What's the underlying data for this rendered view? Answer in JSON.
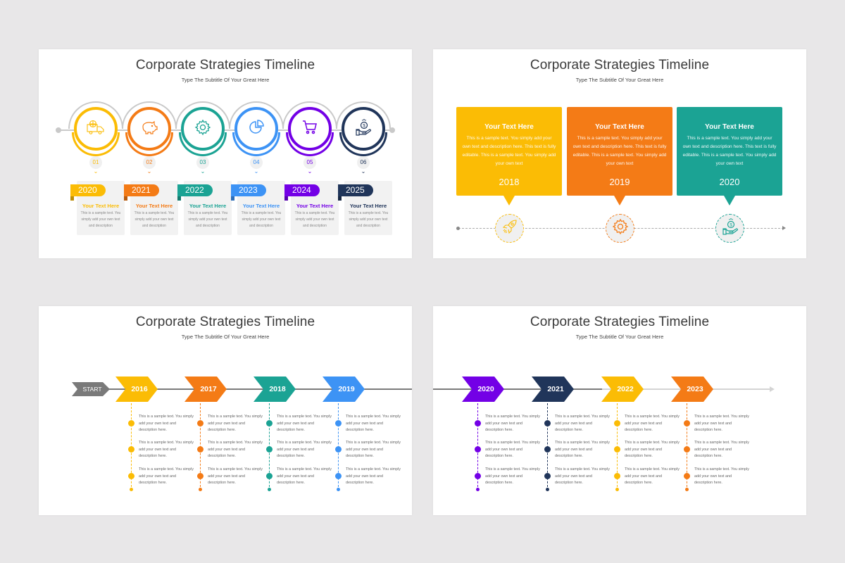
{
  "colors": {
    "yellow": "#fbbc05",
    "orange": "#f47b16",
    "teal": "#1ba394",
    "blue": "#3d93f5",
    "purple": "#7300e6",
    "navy": "#20355a",
    "gray": "#7a7a7a"
  },
  "slides": [
    {
      "title": "Corporate Strategies Timeline",
      "subtitle": "Type The Subtitle Of Your Great Here",
      "steps": [
        {
          "num": "01",
          "year": "2020",
          "heading": "Your Text Here",
          "body": "This is a sample text. You simply add your own text and description",
          "icon": "delivery-truck-globe-icon",
          "color": "#fbbc05"
        },
        {
          "num": "02",
          "year": "2021",
          "heading": "Your Text Here",
          "body": "This is a sample text. You simply add your own text and description",
          "icon": "piggy-bank-icon",
          "color": "#f47b16"
        },
        {
          "num": "03",
          "year": "2022",
          "heading": "Your Text Here",
          "body": "This is a sample text. You simply add your own text and description",
          "icon": "gear-icon",
          "color": "#1ba394"
        },
        {
          "num": "04",
          "year": "2023",
          "heading": "Your Text Here",
          "body": "This is a sample text. You simply add your own text and description",
          "icon": "pie-chart-icon",
          "color": "#3d93f5"
        },
        {
          "num": "05",
          "year": "2024",
          "heading": "Your Text Here",
          "body": "This is a sample text. You simply add your own text and description",
          "icon": "shopping-cart-icon",
          "color": "#7300e6"
        },
        {
          "num": "06",
          "year": "2025",
          "heading": "Your Text Here",
          "body": "This is a sample text. You simply add your own text and description",
          "icon": "hand-coin-icon",
          "color": "#20355a"
        }
      ]
    },
    {
      "title": "Corporate Strategies Timeline",
      "subtitle": "Type The Subtitle Of Your Great Here",
      "boxes": [
        {
          "heading": "Your Text Here",
          "body": "This is a sample text. You simply add your own text and description here. This text is fully editable. This is a sample text. You simply add your own text",
          "year": "2018",
          "icon": "rocket-icon",
          "color": "#fbbc05"
        },
        {
          "heading": "Your Text Here",
          "body": "This is a sample text. You simply add your own text and description here. This text is fully editable. This is a sample text. You simply add your own text",
          "year": "2019",
          "icon": "gear-icon",
          "color": "#f47b16"
        },
        {
          "heading": "Your Text Here",
          "body": "This is a sample text. You simply add your own text and description here. This text is fully editable. This is a sample text. You simply add your own text",
          "year": "2020",
          "icon": "hand-coin-icon",
          "color": "#1ba394"
        }
      ]
    },
    {
      "title": "Corporate Strategies Timeline",
      "subtitle": "Type The Subtitle Of Your Great Here",
      "start_label": "START",
      "years": [
        {
          "year": "2016",
          "color": "#fbbc05",
          "items": [
            "This is a sample text. You simply add your own text and description here.",
            "This is a sample text. You simply add your own text and description here.",
            "This is a sample text. You simply add your own text and description here."
          ]
        },
        {
          "year": "2017",
          "color": "#f47b16",
          "items": [
            "This is a sample text. You simply add your own text and description here.",
            "This is a sample text. You simply add your own text and description here.",
            "This is a sample text. You simply add your own text and description here."
          ]
        },
        {
          "year": "2018",
          "color": "#1ba394",
          "items": [
            "This is a sample text. You simply add your own text and description here.",
            "This is a sample text. You simply add your own text and description here.",
            "This is a sample text. You simply add your own text and description here."
          ]
        },
        {
          "year": "2019",
          "color": "#3d93f5",
          "items": [
            "This is a sample text. You simply add your own text and description here.",
            "This is a sample text. You simply add your own text and description here.",
            "This is a sample text. You simply add your own text and description here."
          ]
        }
      ]
    },
    {
      "title": "Corporate Strategies Timeline",
      "subtitle": "Type The Subtitle Of Your Great Here",
      "years": [
        {
          "year": "2020",
          "color": "#7300e6",
          "items": [
            "This is a sample text. You simply add your own text and description here.",
            "This is a sample text. You simply add your own text and description here.",
            "This is a sample text. You simply add your own text and description here."
          ]
        },
        {
          "year": "2021",
          "color": "#20355a",
          "items": [
            "This is a sample text. You simply add your own text and description here.",
            "This is a sample text. You simply add your own text and description here.",
            "This is a sample text. You simply add your own text and description here."
          ]
        },
        {
          "year": "2022",
          "color": "#fbbc05",
          "items": [
            "This is a sample text. You simply add your own text and description here.",
            "This is a sample text. You simply add your own text and description here.",
            "This is a sample text. You simply add your own text and description here."
          ]
        },
        {
          "year": "2023",
          "color": "#f47b16",
          "items": [
            "This is a sample text. You simply add your own text and description here.",
            "This is a sample text. You simply add your own text and description here.",
            "This is a sample text. You simply add your own text and description here."
          ]
        }
      ]
    }
  ]
}
